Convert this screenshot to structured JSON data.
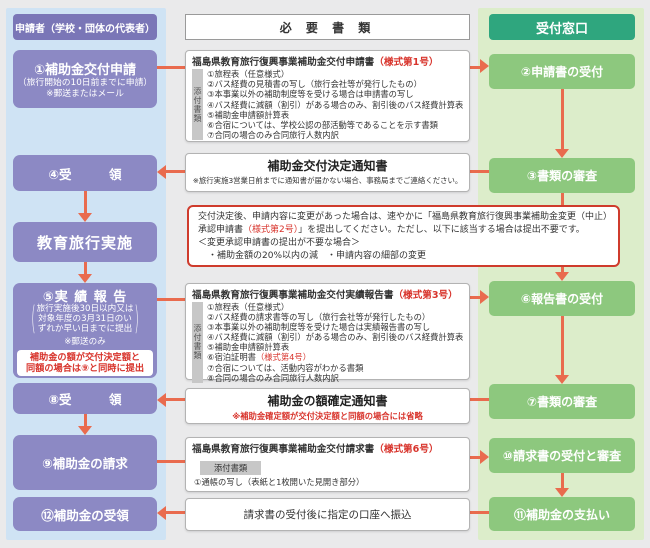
{
  "colors": {
    "arrow": "#e96b4e",
    "red_text": "#d8342c",
    "purple_box": "#8c89c4",
    "purple_header": "#7a76b7",
    "green_box": "#8dc87e",
    "green_header": "#2fa67e",
    "left_panel": "#cfe3f4",
    "right_panel": "#dcedca"
  },
  "left": {
    "header": "申請者（学校・団体の代表者）",
    "step1_title": "①補助金交付申請",
    "step1_sub1": "（旅行開始の10日前までに申請）",
    "step1_sub2": "※郵送またはメール",
    "step4": "④受　　　領",
    "trip": "教育旅行実施",
    "step5_title": "⑤実 績 報 告",
    "step5_paren_open": "(",
    "step5_paren_close": ")",
    "step5_paren_l1": "旅行実施後30日以内又は",
    "step5_paren_l2": "対象年度の3月31日のい",
    "step5_paren_l3": "ずれか早い日までに提出",
    "step5_sub": "※郵送のみ",
    "step5_note_l1": "補助金の額が交付決定額と",
    "step5_note_l2": "同額の場合は⑨と同時に提出",
    "step8": "⑧受　　　領",
    "step9": "⑨補助金の請求",
    "step12": "⑫補助金の受領"
  },
  "middle": {
    "header": "必 要 書 類",
    "box1": {
      "title": "福島県教育旅行復興事業補助金交付申請書",
      "form": "（様式第1号）",
      "side_label": "添付書類",
      "items": [
        {
          "text": "①旅程表（任意様式）"
        },
        {
          "text": "②バス経費の見積書の写し（旅行会社等が発行したもの）"
        },
        {
          "text": "③本事業以外の補助制度等を受ける場合は申請書の写し"
        },
        {
          "text": "④バス経費に減額（割引）がある場合のみ、割引後のバス経費計算表"
        },
        {
          "text": "⑤補助金申請額計算表"
        },
        {
          "text": "⑥合宿については、学校公認の部活動等であることを示す書類"
        },
        {
          "text": "⑦合同の場合のみ合同旅行人数内訳"
        }
      ]
    },
    "box2": {
      "title": "補助金交付決定通知書",
      "note": "※旅行実施3営業日前までに通知書が届かない場合、事務局までご連絡ください。"
    },
    "alert": {
      "seg1": "交付決定後、申請内容に変更があった場合は、速やかに「福島県教育旅行復興事業補助金変更（中止）承認申請書",
      "seg2": "（様式第2号）",
      "seg3": "」を提出してください。ただし、以下に該当する場合は提出不要です。",
      "line2": "＜変更承認申請書の提出が不要な場合＞",
      "line3": "・補助金額の20%以内の減　・申請内容の細部の変更"
    },
    "box3": {
      "title": "福島県教育旅行復興事業補助金交付実績報告書",
      "form": "（様式第3号）",
      "side_label": "添付書類",
      "items": [
        {
          "text": "①旅程表（任意様式）"
        },
        {
          "text": "②バス経費の請求書等の写し（旅行会社等が発行したもの）"
        },
        {
          "text": "③本事業以外の補助制度等を受けた場合は実績報告書の写し"
        },
        {
          "text": "④バス経費に減額（割引）がある場合のみ、割引後のバス経費計算表"
        },
        {
          "text": "⑤補助金申請額計算表"
        },
        {
          "text": "⑥宿泊証明書",
          "red": "（様式第4号）"
        },
        {
          "text": "⑦合宿については、活動内容がわかる書類"
        },
        {
          "text": "⑧合同の場合のみ合同旅行人数内訳"
        }
      ]
    },
    "box4": {
      "title": "補助金の額確定通知書",
      "note": "※補助金確定額が交付決定額と同額の場合には省略"
    },
    "box5": {
      "title": "福島県教育旅行復興事業補助金交付請求書",
      "form": "（様式第6号）",
      "attach_label": "添付書類",
      "item1": "①通帳の写し（表紙と1枚開いた見開き部分）"
    },
    "box6": {
      "text": "請求書の受付後に指定の口座へ振込"
    }
  },
  "right": {
    "header": "受付窓口",
    "step2": "②申請書の受付",
    "step3": "③書類の審査",
    "step6": "⑥報告書の受付",
    "step7": "⑦書類の審査",
    "step10": "⑩請求書の受付と審査",
    "step11": "⑪補助金の支払い"
  }
}
